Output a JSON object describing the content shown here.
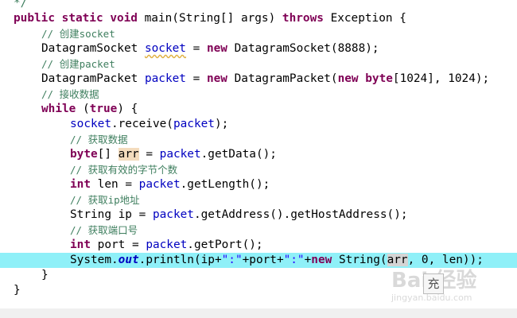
{
  "code_lines": [
    {
      "indent": 1,
      "segments": [
        {
          "t": "*/",
          "c": "cmt"
        }
      ]
    },
    {
      "indent": 1,
      "segments": [
        {
          "t": "public",
          "c": "kw"
        },
        {
          "t": " "
        },
        {
          "t": "static",
          "c": "kw"
        },
        {
          "t": " "
        },
        {
          "t": "void",
          "c": "kw"
        },
        {
          "t": " main(String[] "
        },
        {
          "t": "args",
          "c": "var"
        },
        {
          "t": ") "
        },
        {
          "t": "throws",
          "c": "kw"
        },
        {
          "t": " Exception {"
        }
      ]
    },
    {
      "indent": 2,
      "comment": true,
      "segments": [
        {
          "t": "// 创建socket",
          "c": "cmt"
        }
      ]
    },
    {
      "indent": 2,
      "segments": [
        {
          "t": "DatagramSocket "
        },
        {
          "t": "socket",
          "c": "fld squiggle"
        },
        {
          "t": " = "
        },
        {
          "t": "new",
          "c": "kw"
        },
        {
          "t": " DatagramSocket(8888);"
        }
      ]
    },
    {
      "indent": 2,
      "comment": true,
      "segments": [
        {
          "t": "// 创建packet",
          "c": "cmt"
        }
      ]
    },
    {
      "indent": 2,
      "segments": [
        {
          "t": "DatagramPacket "
        },
        {
          "t": "packet",
          "c": "fld"
        },
        {
          "t": " = "
        },
        {
          "t": "new",
          "c": "kw"
        },
        {
          "t": " DatagramPacket("
        },
        {
          "t": "new",
          "c": "kw"
        },
        {
          "t": " "
        },
        {
          "t": "byte",
          "c": "kw"
        },
        {
          "t": "[1024], 1024);"
        }
      ]
    },
    {
      "indent": 2,
      "comment": true,
      "segments": [
        {
          "t": "// 接收数据",
          "c": "cmt"
        }
      ]
    },
    {
      "indent": 2,
      "segments": [
        {
          "t": "while",
          "c": "kw"
        },
        {
          "t": " ("
        },
        {
          "t": "true",
          "c": "kw"
        },
        {
          "t": ") {"
        }
      ]
    },
    {
      "indent": 3,
      "segments": [
        {
          "t": "socket",
          "c": "fld"
        },
        {
          "t": ".receive("
        },
        {
          "t": "packet",
          "c": "fld"
        },
        {
          "t": ");"
        }
      ]
    },
    {
      "indent": 3,
      "comment": true,
      "segments": [
        {
          "t": "// 获取数据",
          "c": "cmt"
        }
      ]
    },
    {
      "indent": 3,
      "segments": [
        {
          "t": "byte",
          "c": "kw"
        },
        {
          "t": "[] "
        },
        {
          "t": "arr",
          "c": "mark"
        },
        {
          "t": " = "
        },
        {
          "t": "packet",
          "c": "fld"
        },
        {
          "t": ".getData();"
        }
      ]
    },
    {
      "indent": 3,
      "comment": true,
      "segments": [
        {
          "t": "// 获取有效的字节个数",
          "c": "cmt"
        }
      ]
    },
    {
      "indent": 3,
      "segments": [
        {
          "t": "int",
          "c": "kw"
        },
        {
          "t": " len = "
        },
        {
          "t": "packet",
          "c": "fld"
        },
        {
          "t": ".getLength();"
        }
      ]
    },
    {
      "indent": 3,
      "comment": true,
      "segments": [
        {
          "t": "// 获取ip地址",
          "c": "cmt"
        }
      ]
    },
    {
      "indent": 3,
      "segments": [
        {
          "t": "String ip = "
        },
        {
          "t": "packet",
          "c": "fld"
        },
        {
          "t": ".getAddress().getHostAddress();"
        }
      ]
    },
    {
      "indent": 3,
      "comment": true,
      "segments": [
        {
          "t": "// 获取端口号",
          "c": "cmt"
        }
      ]
    },
    {
      "indent": 3,
      "segments": [
        {
          "t": "int",
          "c": "kw"
        },
        {
          "t": " port = "
        },
        {
          "t": "packet",
          "c": "fld"
        },
        {
          "t": ".getPort();"
        }
      ]
    },
    {
      "indent": 3,
      "highlight": true,
      "segments": [
        {
          "t": "System."
        },
        {
          "t": "out",
          "c": "sfld"
        },
        {
          "t": ".println(ip+"
        },
        {
          "t": "\":\"",
          "c": "str"
        },
        {
          "t": "+port+"
        },
        {
          "t": "\":\"",
          "c": "str"
        },
        {
          "t": "+"
        },
        {
          "t": "new",
          "c": "kw"
        },
        {
          "t": " String("
        },
        {
          "t": "arr",
          "c": "mark-gray"
        },
        {
          "t": ", 0, len));"
        }
      ]
    },
    {
      "indent": 2,
      "segments": [
        {
          "t": "}"
        }
      ]
    },
    {
      "indent": 1,
      "segments": [
        {
          "t": "}"
        }
      ]
    }
  ],
  "watermark": {
    "logo_text": "Bai 经验",
    "url": "jingyan.baidu.com"
  },
  "overlay_glyph": "充"
}
